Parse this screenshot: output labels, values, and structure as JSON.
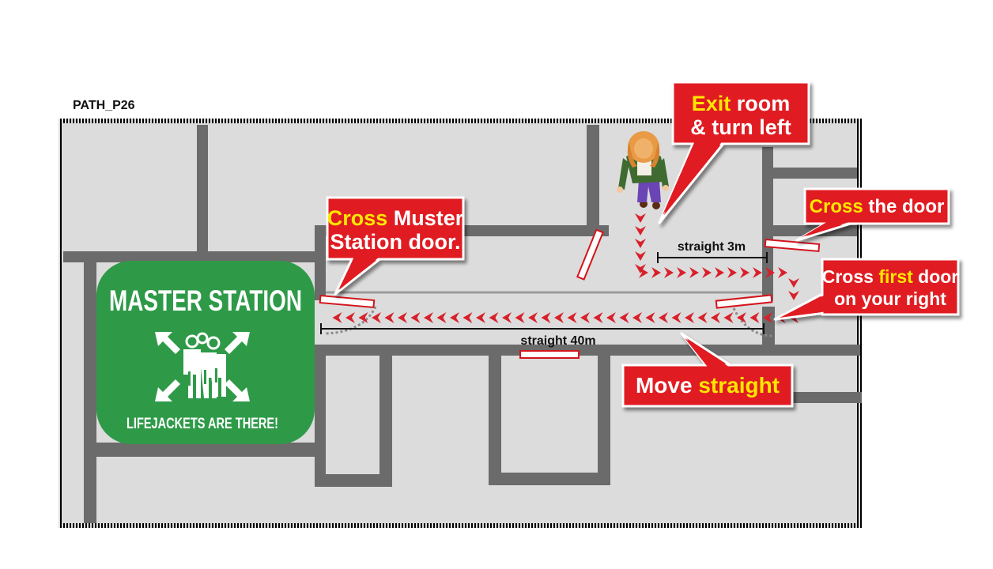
{
  "path_label": "PATH_P26",
  "colors": {
    "floor": "#dcdcdc",
    "wall": "#6b6b6b",
    "callout_red": "#e01a22",
    "highlight_yellow": "#ffe600",
    "station_green": "#2e9a48",
    "door_fill": "#ffffff",
    "door_stroke": "#d4141c",
    "arrow_red": "#d8202a"
  },
  "master_station": {
    "title": "MASTER STATION",
    "subtitle": "LIFEJACKETS ARE THERE!",
    "icon": "assembly-point-icon"
  },
  "callouts": {
    "exit_room": {
      "highlight": "Exit",
      "rest_line1": " room",
      "line2": "& turn left"
    },
    "cross_the_door": {
      "highlight": "Cross",
      "rest": " the door"
    },
    "cross_first_door": {
      "line1_pre": "Cross ",
      "line1_highlight": "first",
      "line1_post": " door",
      "line2": "on your right"
    },
    "cross_muster": {
      "highlight": "Cross",
      "rest_line1": " Muster",
      "line2": "Station door."
    },
    "move_straight": {
      "pre": "Move ",
      "highlight": "straight"
    }
  },
  "measurements": {
    "short": "straight 3m",
    "long": "straight 40m"
  },
  "person_icon": "person-walking-icon"
}
